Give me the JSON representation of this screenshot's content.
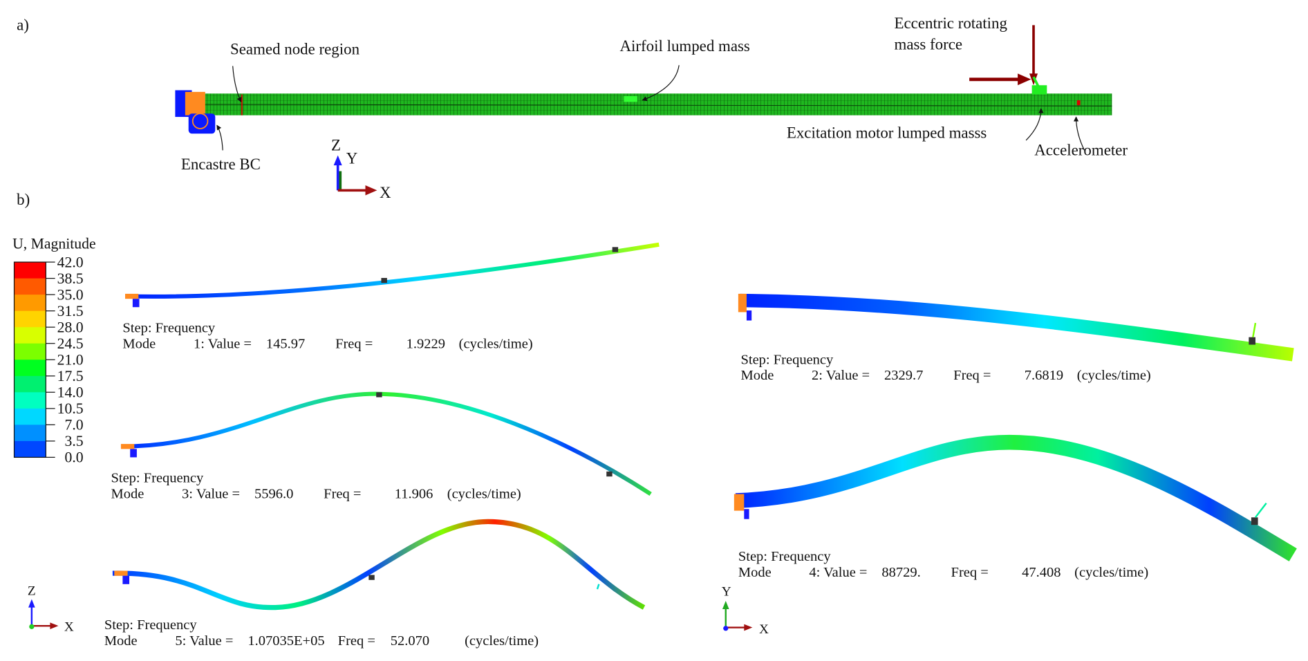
{
  "panel_a": {
    "label": "a)",
    "annotations": {
      "seamed": "Seamed node region",
      "airfoil": "Airfoil lumped mass",
      "eccentric_1": "Eccentric rotating",
      "eccentric_2": "mass force",
      "excitation": "Excitation motor lumped masss",
      "accelerometer": "Accelerometer",
      "encastre": "Encastre BC"
    },
    "triad": {
      "z": "Z",
      "y": "Y",
      "x": "X"
    }
  },
  "panel_b": {
    "label": "b)",
    "legend": {
      "title": "U, Magnitude",
      "ticks": [
        "42.0",
        "38.5",
        "35.0",
        "31.5",
        "28.0",
        "24.5",
        "21.0",
        "17.5",
        "14.0",
        "10.5",
        "7.0",
        "3.5",
        "0.0"
      ],
      "colors": [
        "#ff0000",
        "#ff5a00",
        "#ff9a00",
        "#ffd400",
        "#d8ff00",
        "#7cff00",
        "#00ff20",
        "#00f070",
        "#00ffc0",
        "#00d8ff",
        "#0090ff",
        "#0048ff",
        "#0010e0"
      ]
    },
    "step_label": "Step: Frequency",
    "modes": [
      {
        "mode": "Mode",
        "num": "1: Value =",
        "value": "145.97",
        "freq_label": "Freq =",
        "freq": "1.9229",
        "unit": "(cycles/time)"
      },
      {
        "mode": "Mode",
        "num": "2: Value =",
        "value": "2329.7",
        "freq_label": "Freq =",
        "freq": "7.6819",
        "unit": "(cycles/time)"
      },
      {
        "mode": "Mode",
        "num": "3: Value =",
        "value": "5596.0",
        "freq_label": "Freq =",
        "freq": "11.906",
        "unit": "(cycles/time)"
      },
      {
        "mode": "Mode",
        "num": "4: Value =",
        "value": "88729.",
        "freq_label": "Freq =",
        "freq": "47.408",
        "unit": "(cycles/time)"
      },
      {
        "mode": "Mode",
        "num": "5: Value =",
        "value": "1.07035E+05",
        "freq_label": "Freq =",
        "freq": "52.070",
        "unit": "(cycles/time)"
      }
    ],
    "triad_left": {
      "z": "Z",
      "x": "X"
    },
    "triad_right": {
      "y": "Y",
      "x": "X"
    }
  }
}
